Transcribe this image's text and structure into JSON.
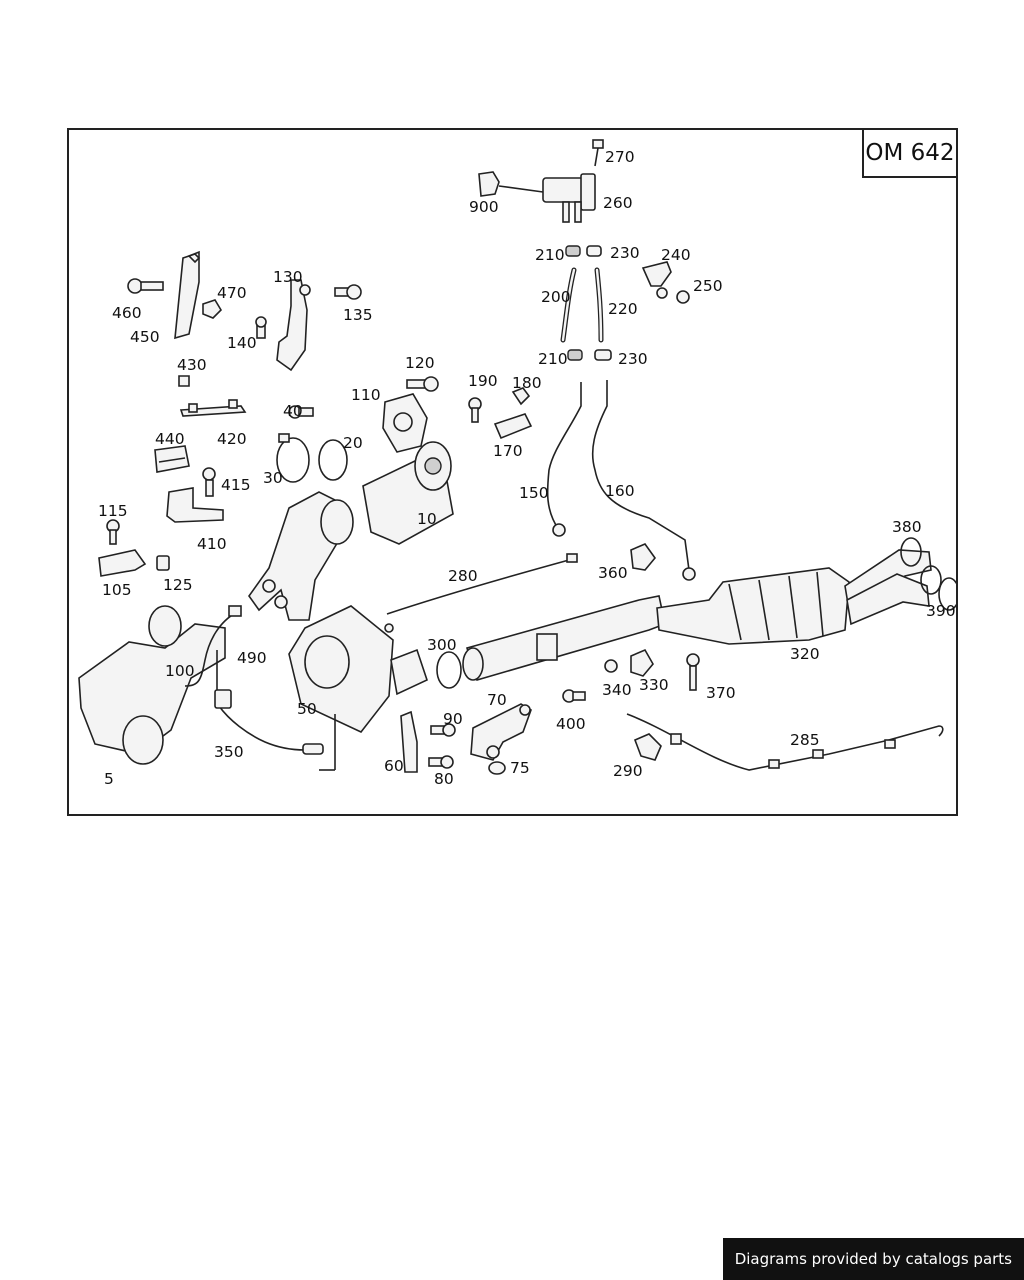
{
  "engine_code": "OM 642",
  "footer_credit": "Diagrams provided by catalogs parts",
  "callouts": [
    {
      "id": "270",
      "text": "270"
    },
    {
      "id": "260",
      "text": "260"
    },
    {
      "id": "900",
      "text": "900"
    },
    {
      "id": "210a",
      "text": "210"
    },
    {
      "id": "230a",
      "text": "230"
    },
    {
      "id": "240",
      "text": "240"
    },
    {
      "id": "250",
      "text": "250"
    },
    {
      "id": "200",
      "text": "200"
    },
    {
      "id": "220",
      "text": "220"
    },
    {
      "id": "210b",
      "text": "210"
    },
    {
      "id": "230b",
      "text": "230"
    },
    {
      "id": "130",
      "text": "130"
    },
    {
      "id": "135",
      "text": "135"
    },
    {
      "id": "140",
      "text": "140"
    },
    {
      "id": "470",
      "text": "470"
    },
    {
      "id": "460",
      "text": "460"
    },
    {
      "id": "450",
      "text": "450"
    },
    {
      "id": "430",
      "text": "430"
    },
    {
      "id": "420",
      "text": "420"
    },
    {
      "id": "440",
      "text": "440"
    },
    {
      "id": "415",
      "text": "415"
    },
    {
      "id": "410",
      "text": "410"
    },
    {
      "id": "115",
      "text": "115"
    },
    {
      "id": "105",
      "text": "105"
    },
    {
      "id": "125",
      "text": "125"
    },
    {
      "id": "120",
      "text": "120"
    },
    {
      "id": "110",
      "text": "110"
    },
    {
      "id": "40",
      "text": "40"
    },
    {
      "id": "20",
      "text": "20"
    },
    {
      "id": "30",
      "text": "30"
    },
    {
      "id": "10",
      "text": "10"
    },
    {
      "id": "190",
      "text": "190"
    },
    {
      "id": "180",
      "text": "180"
    },
    {
      "id": "170",
      "text": "170"
    },
    {
      "id": "150",
      "text": "150"
    },
    {
      "id": "160",
      "text": "160"
    },
    {
      "id": "280",
      "text": "280"
    },
    {
      "id": "360",
      "text": "360"
    },
    {
      "id": "380",
      "text": "380"
    },
    {
      "id": "390",
      "text": "390"
    },
    {
      "id": "320",
      "text": "320"
    },
    {
      "id": "300",
      "text": "300"
    },
    {
      "id": "340",
      "text": "340"
    },
    {
      "id": "330",
      "text": "330"
    },
    {
      "id": "370",
      "text": "370"
    },
    {
      "id": "70",
      "text": "70"
    },
    {
      "id": "400",
      "text": "400"
    },
    {
      "id": "90",
      "text": "90"
    },
    {
      "id": "60",
      "text": "60"
    },
    {
      "id": "80",
      "text": "80"
    },
    {
      "id": "75",
      "text": "75"
    },
    {
      "id": "285",
      "text": "285"
    },
    {
      "id": "290",
      "text": "290"
    },
    {
      "id": "100",
      "text": "100"
    },
    {
      "id": "490",
      "text": "490"
    },
    {
      "id": "50",
      "text": "50"
    },
    {
      "id": "350",
      "text": "350"
    },
    {
      "id": "5",
      "text": "5"
    }
  ]
}
